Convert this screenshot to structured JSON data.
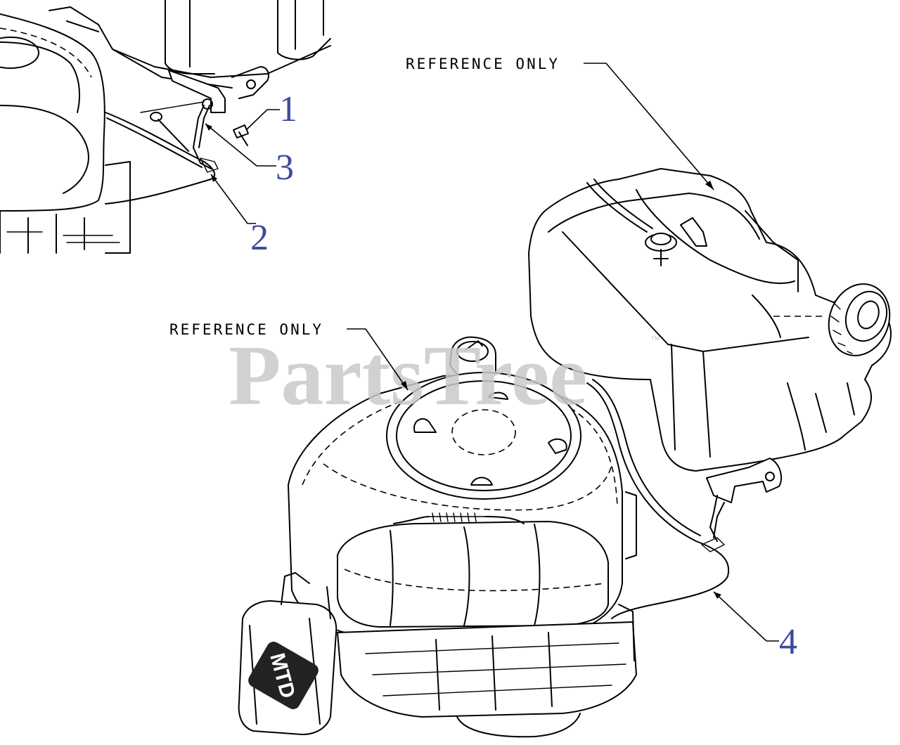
{
  "diagram": {
    "callouts": [
      {
        "id": "1",
        "label": "1"
      },
      {
        "id": "2",
        "label": "2"
      },
      {
        "id": "3",
        "label": "3"
      },
      {
        "id": "4",
        "label": "4"
      }
    ],
    "reference_notes": [
      {
        "id": "tank",
        "text": "REFERENCE ONLY"
      },
      {
        "id": "engine",
        "text": "REFERENCE ONLY"
      }
    ],
    "watermark": {
      "text": "PartsTree",
      "trademark": "™"
    },
    "engine_badge": {
      "text": "MTD"
    },
    "colors": {
      "callout": "#3b4b9c",
      "line": "#000000",
      "watermark": "#c9c9c9",
      "background": "#ffffff"
    }
  }
}
